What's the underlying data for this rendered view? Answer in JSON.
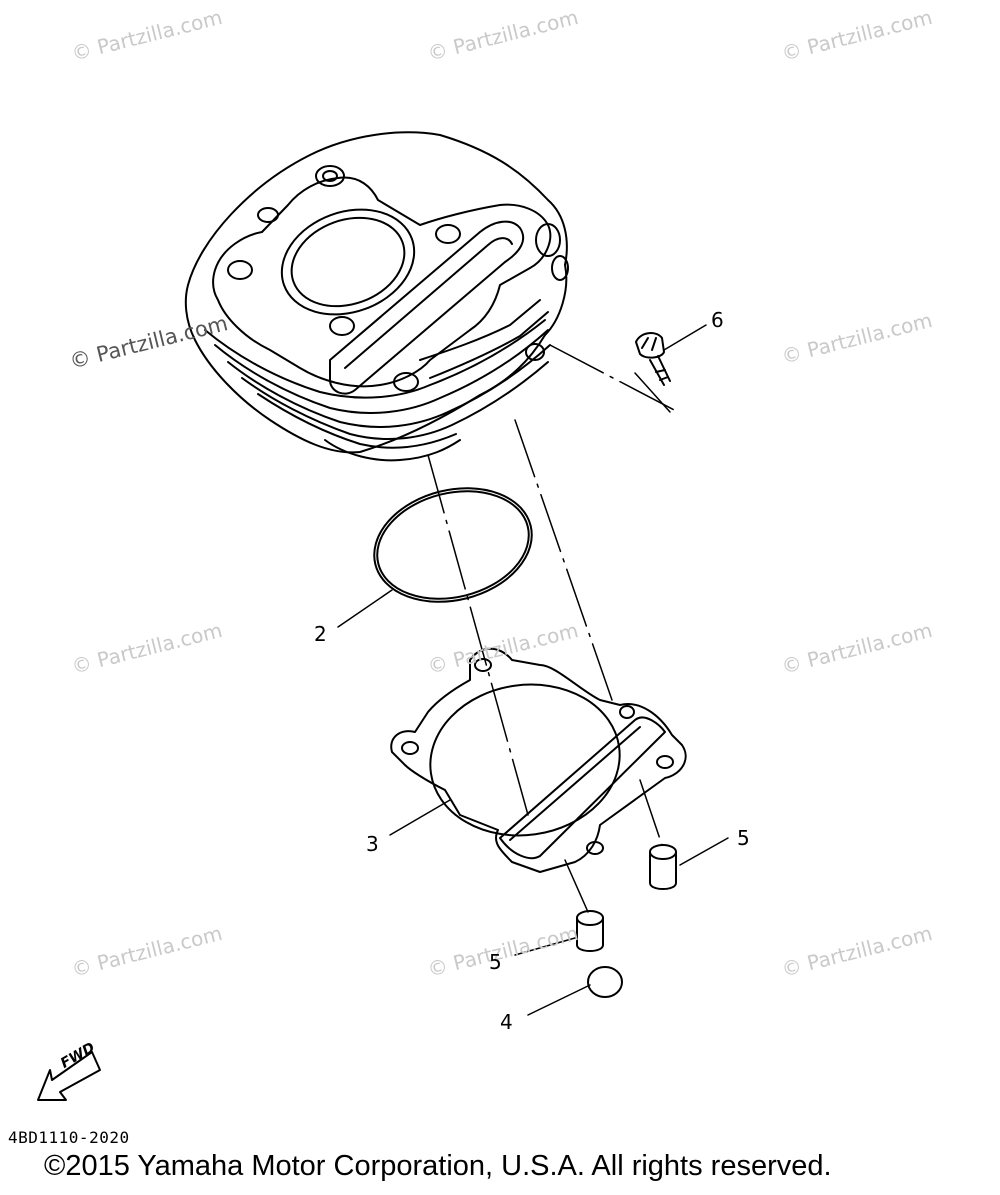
{
  "watermarks": [
    "© Partzilla.com",
    "© Partzilla.com",
    "© Partzilla.com",
    "© Partzilla.com",
    "© Partzilla.com",
    "© Partzilla.com",
    "© Partzilla.com",
    "© Partzilla.com",
    "© Partzilla.com",
    "© Partzilla.com",
    "© Partzilla.com"
  ],
  "callouts": {
    "c2": "2",
    "c3": "3",
    "c4": "4",
    "c5a": "5",
    "c5b": "5",
    "c6": "6"
  },
  "fwd": "FWD",
  "part_code": "4BD1110-2020",
  "copyright": "©2015 Yamaha Motor Corporation, U.S.A. All rights reserved."
}
